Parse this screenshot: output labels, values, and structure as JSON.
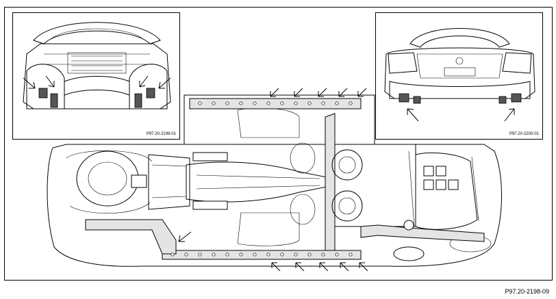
{
  "figure": {
    "code": "P97.20-2198-09"
  },
  "insets": {
    "front_code": "P97.20-2199-01",
    "rear_code": "P97.20-2200-01"
  },
  "colors": {
    "line": "#000000",
    "background": "#ffffff",
    "rail_fill": "#e4e4e4"
  },
  "icons": [
    "arrow-icon"
  ]
}
